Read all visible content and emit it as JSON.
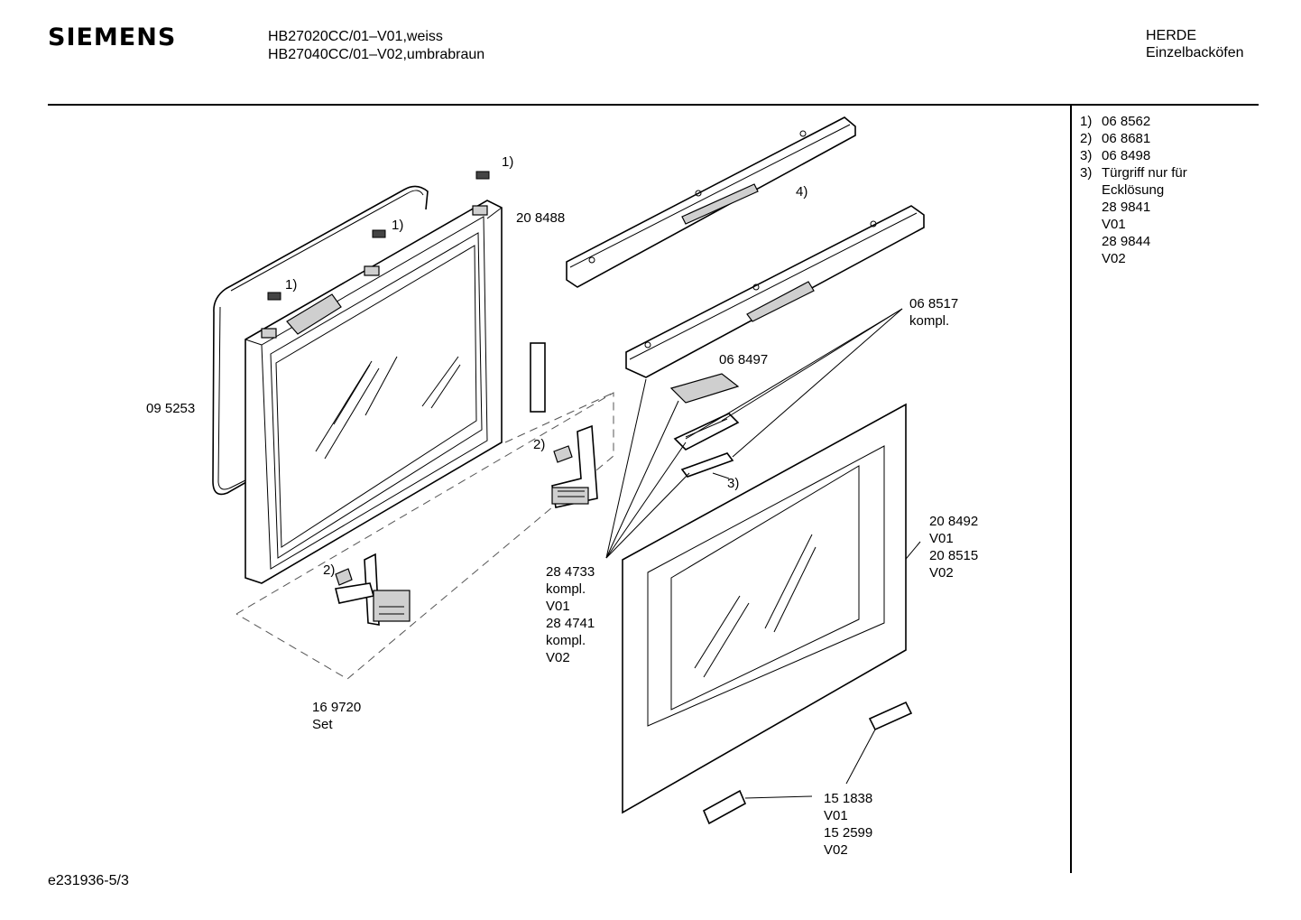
{
  "header": {
    "brand": "SIEMENS",
    "model_lines": [
      "HB27020CC/01–V01,weiss",
      "HB27040CC/01–V02,umbrabraun"
    ],
    "category_lines": [
      "HERDE",
      "Einzelbacköfen"
    ]
  },
  "legend": [
    {
      "num": "1)",
      "code": "06 8562",
      "extra": []
    },
    {
      "num": "2)",
      "code": "06 8681",
      "extra": []
    },
    {
      "num": "3)",
      "code": "06 8498",
      "extra": []
    },
    {
      "num": "3)",
      "code": "Türgriff nur für",
      "extra": [
        "Ecklösung",
        "28 9841",
        "V01",
        "28 9844",
        "V02"
      ]
    }
  ],
  "callouts": {
    "c208488": [
      "20 8488"
    ],
    "c095253": [
      "09 5253"
    ],
    "c068517": [
      "06 8517",
      "kompl."
    ],
    "c068497": [
      "06 8497"
    ],
    "c284733": [
      "28 4733",
      "kompl.",
      "V01",
      "28 4741",
      "kompl.",
      "V02"
    ],
    "c208492": [
      "20 8492",
      "V01",
      "20 8515",
      "V02"
    ],
    "c169720": [
      "16 9720",
      "Set"
    ],
    "c151838": [
      "15 1838",
      "V01",
      "15 2599",
      "V02"
    ]
  },
  "markers": {
    "m1a": "1)",
    "m1b": "1)",
    "m1c": "1)",
    "m2a": "2)",
    "m2b": "2)",
    "m3": "3)",
    "m4": "4)"
  },
  "footer": "e231936-5/3"
}
